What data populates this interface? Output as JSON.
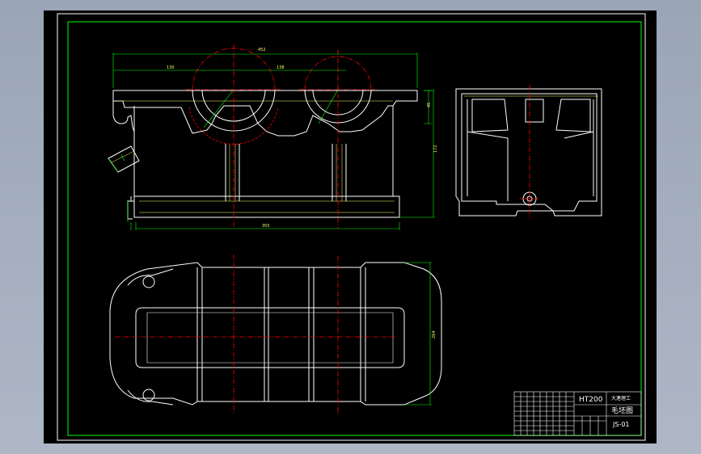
{
  "drawing": {
    "dimensions": {
      "overall_length": "452",
      "left_offset": "130",
      "bore_spacing": "138",
      "total_length": "355",
      "flange_thickness": "45",
      "height": "172",
      "width": "264"
    },
    "title_block": {
      "company": "大連理工",
      "material": "HT200",
      "drawing_name": "毛坯图",
      "drawing_number": "JS-01"
    },
    "colors": {
      "border": "#00ff00",
      "outline": "#ffffff",
      "center_line": "#ff0000",
      "hidden_line": "#ff0000",
      "dimension": "#00ff00",
      "dimension_text": "#ffff66"
    }
  }
}
